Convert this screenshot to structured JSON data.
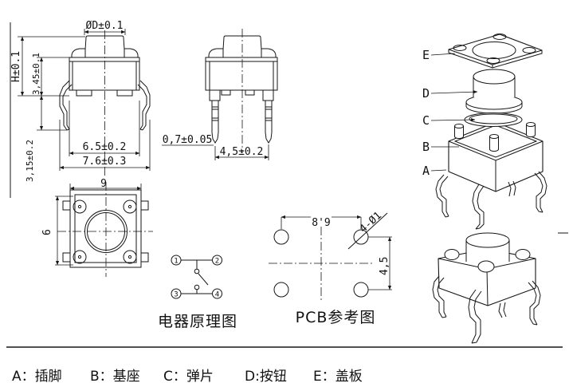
{
  "colors": {
    "line": "#161616",
    "background": "#ffffff"
  },
  "front_view": {
    "dim_button_diameter": "ØD±0.1",
    "dim_total_height": "H±0.1",
    "dim_body_height": "3,45±0.1",
    "dim_pin_length": "3,15±0.2",
    "dim_body_width": "6.5±0.2",
    "dim_overall_width": "7.6±0.3"
  },
  "side_view": {
    "dim_pin_thickness": "0,7±0.05",
    "dim_pin_pitch": "4,5±0.2"
  },
  "top_view": {
    "dim_width": "9",
    "dim_depth": "6"
  },
  "schematic": {
    "title": "电器原理图",
    "pin1": "1",
    "pin2": "2",
    "pin3": "3",
    "pin4": "4"
  },
  "pcb_view": {
    "title": "PCB参考图",
    "dim_hole_pitch_h": "8'9",
    "dim_hole_pitch_v": "4,5",
    "hole_note": "4-Ø1"
  },
  "exploded_view": {
    "label_e": "E",
    "label_d": "D",
    "label_c": "C",
    "label_b": "B",
    "label_a": "A"
  },
  "legend": {
    "item_a": "A：插脚",
    "item_b": "B：基座",
    "item_c": "C：弹片",
    "item_d": "D:按钮",
    "item_e": "E：盖板"
  }
}
